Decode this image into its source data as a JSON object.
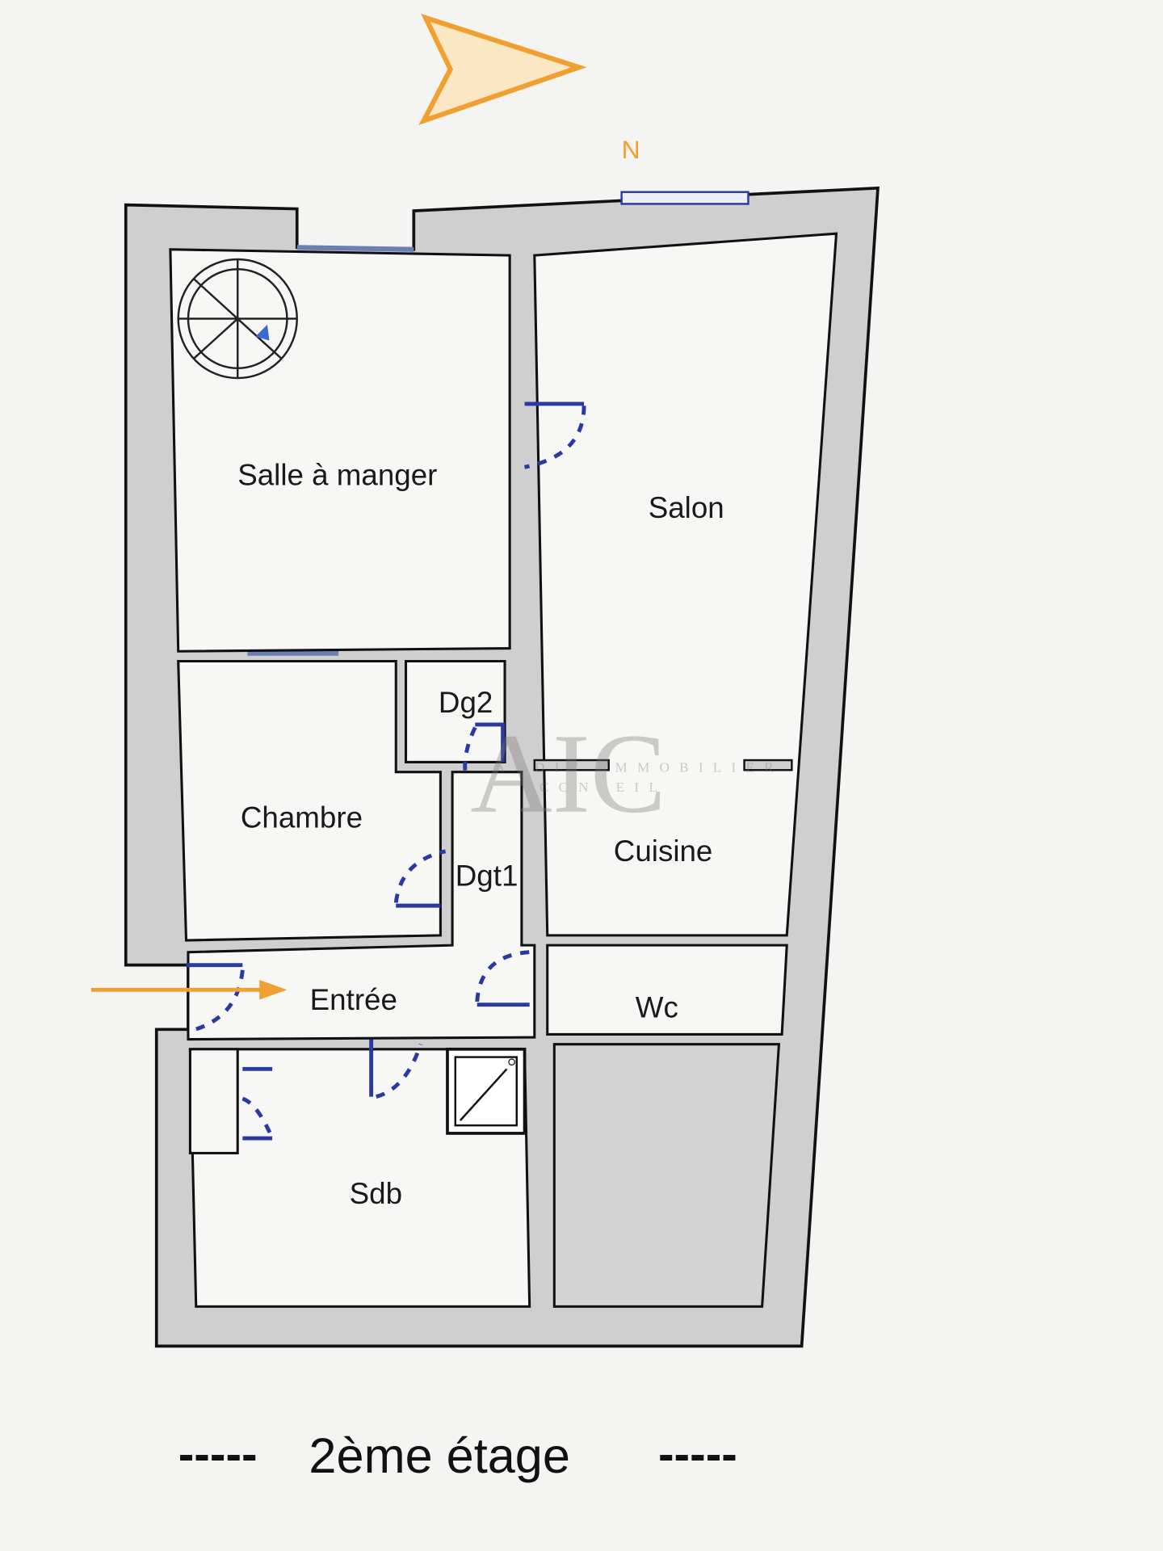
{
  "compass": {
    "label": "N",
    "color": "#f0a030"
  },
  "rooms": {
    "salle_a_manger": "Salle à manger",
    "salon": "Salon",
    "dg2": "Dg2",
    "chambre": "Chambre",
    "dgt1": "Dgt1",
    "cuisine": "Cuisine",
    "entree": "Entrée",
    "wc": "Wc",
    "sdb": "Sdb"
  },
  "watermark": {
    "logo": "AIC",
    "line1": "AUDIT IMMOBILIER",
    "line2": "CONSEIL"
  },
  "title": {
    "dashes_left": "-----",
    "text": "2ème étage",
    "dashes_right": "-----"
  },
  "colors": {
    "wall": "#cfcfcf",
    "door": "#2a3aa0",
    "arrow": "#f0a030"
  }
}
